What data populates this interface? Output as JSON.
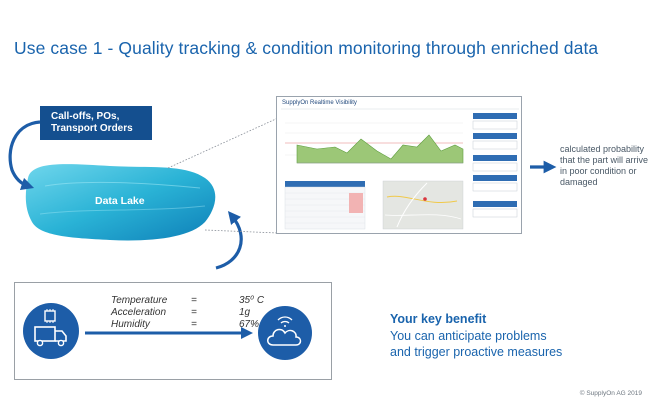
{
  "title": "Use case 1 - Quality tracking & condition monitoring through enriched data",
  "inputs_box": {
    "line1": "Call-offs, POs,",
    "line2": "Transport Orders"
  },
  "data_lake_label": "Data Lake",
  "screenshot": {
    "title": "SupplyOn Realtime Visibility"
  },
  "result_text": "calculated probability that the part will arrive in poor condition or damaged",
  "sensor_readings": [
    {
      "name": "Temperature",
      "eq": "=",
      "value": "35⁰ C"
    },
    {
      "name": "Acceleration",
      "eq": "=",
      "value": "1g"
    },
    {
      "name": "Humidity",
      "eq": "=",
      "value": "67%"
    }
  ],
  "benefit": {
    "heading": "Your key benefit",
    "line1": "You can anticipate problems",
    "line2": "and trigger proactive measures"
  },
  "copyright": "© SupplyOn AG 2019",
  "colors": {
    "primary_blue": "#1a64ad",
    "dark_blue": "#144f8f",
    "arrow_blue": "#1d5da8",
    "lake_teal": "#2fb6d6"
  }
}
